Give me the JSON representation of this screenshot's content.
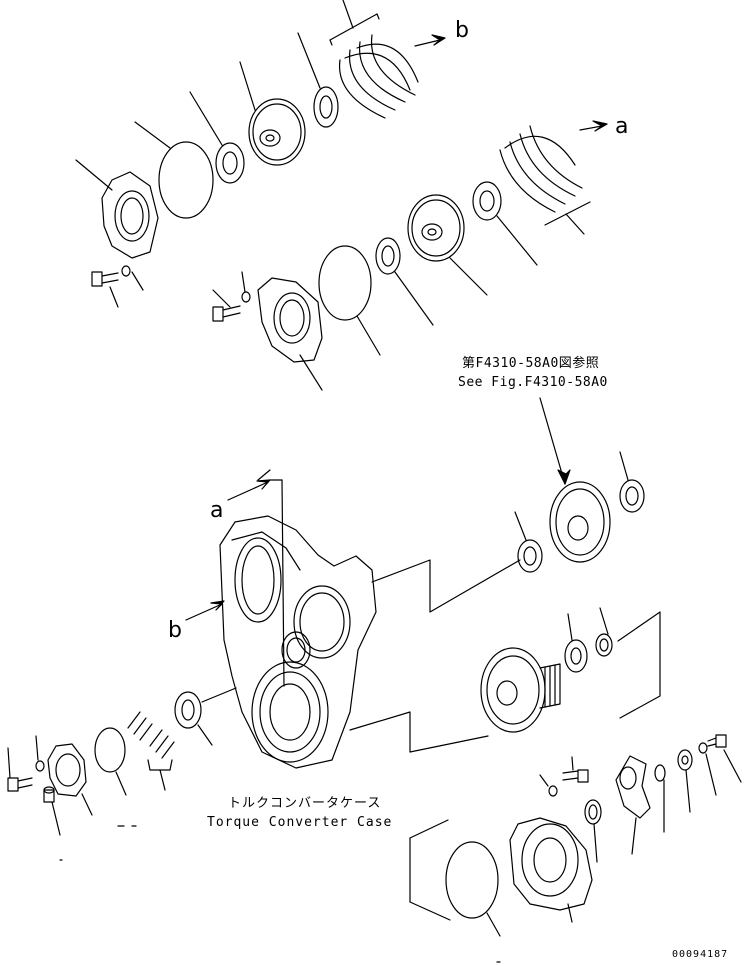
{
  "reference": {
    "jp": "第F4310-58A0図参照",
    "en": "See Fig.F4310-58A0"
  },
  "case_label": {
    "jp": "トルクコンバータケース",
    "en": "Torque Converter Case"
  },
  "markers": {
    "b_top": "b",
    "a_top": "a",
    "a_mid": "a",
    "b_mid": "b"
  },
  "doc_number": "00094187",
  "colors": {
    "line": "#000000",
    "background": "#ffffff"
  }
}
